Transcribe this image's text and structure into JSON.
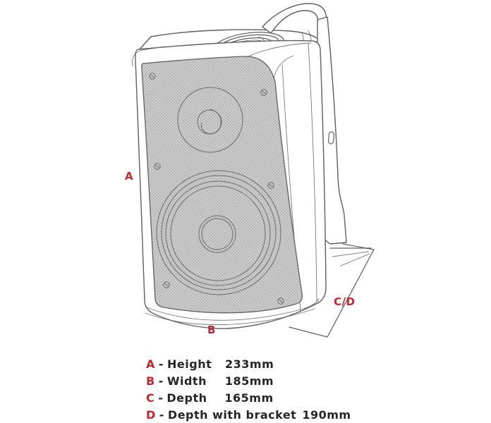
{
  "colors": {
    "accent": "#c1272d",
    "line": "#5f5f5f",
    "text": "#262626",
    "background": "#ffffff",
    "mesh_base": "#d2d2d2",
    "mesh_line": "#8f8f8f"
  },
  "illustration": {
    "subject": "wall-mount speaker with mounting bracket, technical line drawing"
  },
  "dimension_labels": {
    "height": "A",
    "width": "B",
    "depth": "C/D"
  },
  "legend": {
    "separator": "-",
    "rows": [
      {
        "letter": "A",
        "name": "Height",
        "value": "233mm"
      },
      {
        "letter": "B",
        "name": "Width",
        "value": "185mm"
      },
      {
        "letter": "C",
        "name": "Depth",
        "value": "165mm"
      },
      {
        "letter": "D",
        "name": "Depth with bracket",
        "value": "190mm"
      }
    ]
  }
}
